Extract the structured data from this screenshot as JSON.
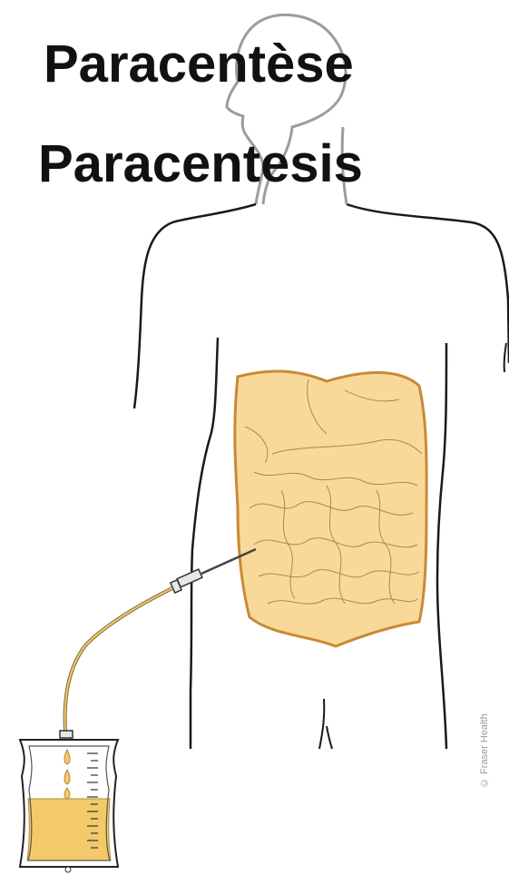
{
  "titles": {
    "french": "Paracentèse",
    "english": "Paracentesis"
  },
  "copyright": "© Fraser Health",
  "colors": {
    "organ_fill": "#f9d99a",
    "organ_outline": "#c98a35",
    "fluid_fill": "#f4c96a",
    "body_outline": "#1a1a1a",
    "head_outline": "#9c9c9c"
  }
}
